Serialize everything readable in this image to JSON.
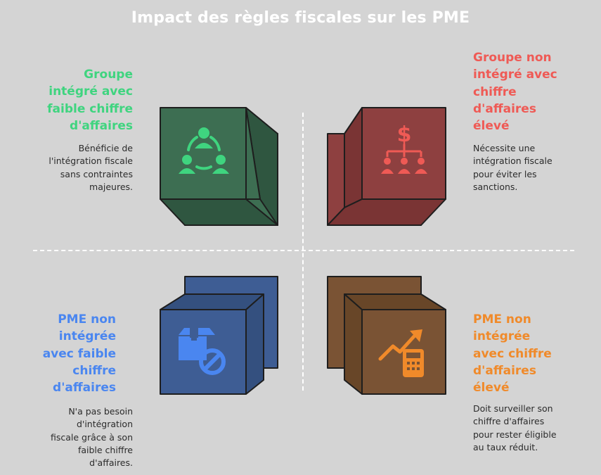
{
  "title": "Impact des règles fiscales sur les PME",
  "colors": {
    "green": "#3fd47f",
    "red": "#ef5a55",
    "blue": "#4a86f0",
    "orange": "#f08a2a",
    "green_box": "#3d6e52",
    "red_box": "#8e4040",
    "blue_box": "#3e5d94",
    "orange_box": "#7a5334"
  },
  "quadrants": {
    "top_left": {
      "heading": [
        "Groupe",
        "intégré avec",
        "faible chiffre",
        "d'affaires"
      ],
      "description": [
        "Bénéficie de",
        "l'intégration fiscale",
        "sans contraintes",
        "majeures."
      ],
      "icon": "group-people-icon"
    },
    "top_right": {
      "heading": [
        "Groupe non",
        "intégré avec",
        "chiffre",
        "d'affaires",
        "élevé"
      ],
      "description": [
        "Nécessite une",
        "intégration fiscale",
        "pour éviter les",
        "sanctions."
      ],
      "icon": "dollar-hierarchy-icon"
    },
    "bottom_left": {
      "heading": [
        "PME non",
        "intégrée",
        "avec faible",
        "chiffre",
        "d'affaires"
      ],
      "description": [
        "N'a pas besoin",
        "d'intégration",
        "fiscale grâce à son",
        "faible chiffre",
        "d'affaires."
      ],
      "icon": "box-blocked-icon"
    },
    "bottom_right": {
      "heading": [
        "PME non",
        "intégrée",
        "avec chiffre",
        "d'affaires",
        "élevé"
      ],
      "description": [
        "Doit surveiller son",
        "chiffre d'affaires",
        "pour rester éligible",
        "au taux réduit."
      ],
      "icon": "trend-calculator-icon"
    }
  }
}
